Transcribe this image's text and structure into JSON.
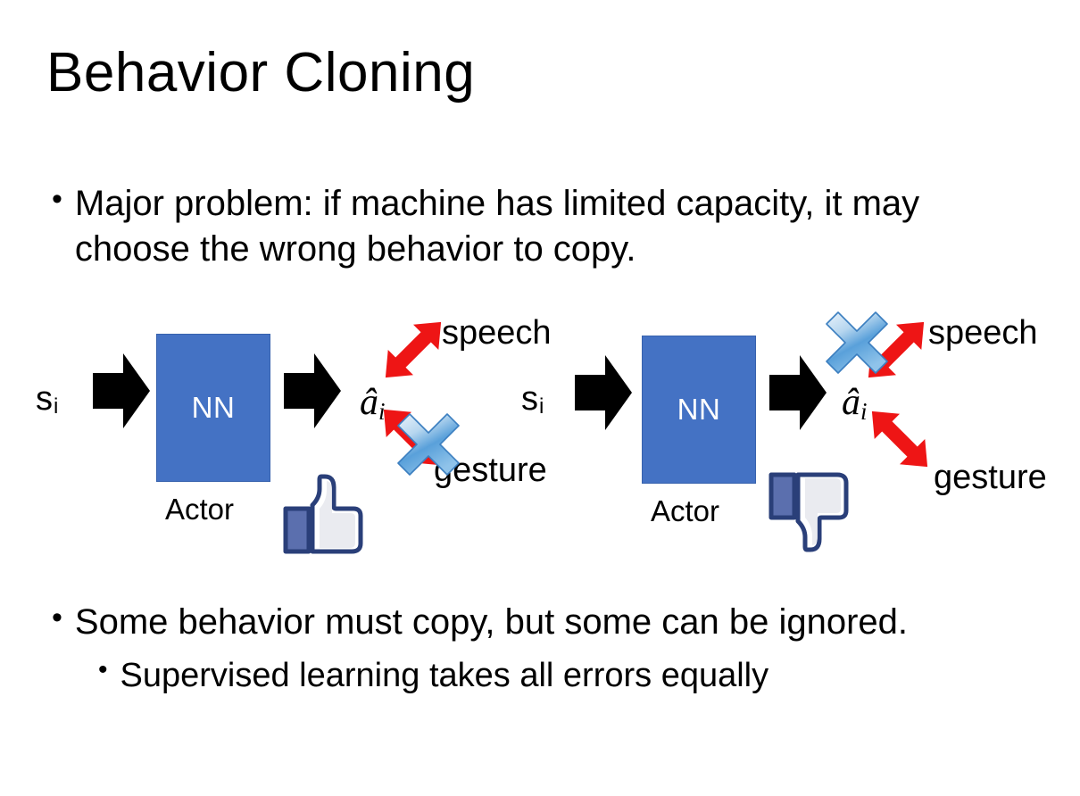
{
  "slide": {
    "title": "Behavior Cloning",
    "background_color": "#ffffff",
    "text_color": "#000000"
  },
  "bullets": [
    {
      "level": 1,
      "marker": "•",
      "text": "Major problem: if machine has limited capacity, it may choose the wrong behavior to copy."
    },
    {
      "level": 1,
      "marker": "•",
      "text": "Some behavior must copy, but some can be ignored."
    },
    {
      "level": 2,
      "marker": "•",
      "text": "Supervised learning takes all errors equally"
    }
  ],
  "diagrams": [
    {
      "id": "left",
      "input_label": "s",
      "input_subscript": "i",
      "model_label": "NN",
      "model_caption": "Actor",
      "model_color": "#4472c4",
      "model_text_color": "#ffffff",
      "output_label": "â",
      "output_subscript": "i",
      "branches": [
        {
          "name": "speech",
          "direction": "up-right",
          "crossed_out": false
        },
        {
          "name": "gesture",
          "direction": "down-right",
          "crossed_out": true
        }
      ],
      "arrow_color": "#ee1515",
      "cross_color": "#5b9bd5",
      "feedback_icon": "thumbs-up-icon",
      "feedback_icon_color": "#3b5998"
    },
    {
      "id": "right",
      "input_label": "s",
      "input_subscript": "i",
      "model_label": "NN",
      "model_caption": "Actor",
      "model_color": "#4472c4",
      "model_text_color": "#ffffff",
      "output_label": "â",
      "output_subscript": "i",
      "branches": [
        {
          "name": "speech",
          "direction": "up-right",
          "crossed_out": true
        },
        {
          "name": "gesture",
          "direction": "down-right",
          "crossed_out": false
        }
      ],
      "arrow_color": "#ee1515",
      "cross_color": "#5b9bd5",
      "feedback_icon": "thumbs-down-icon",
      "feedback_icon_color": "#3b5998"
    }
  ]
}
